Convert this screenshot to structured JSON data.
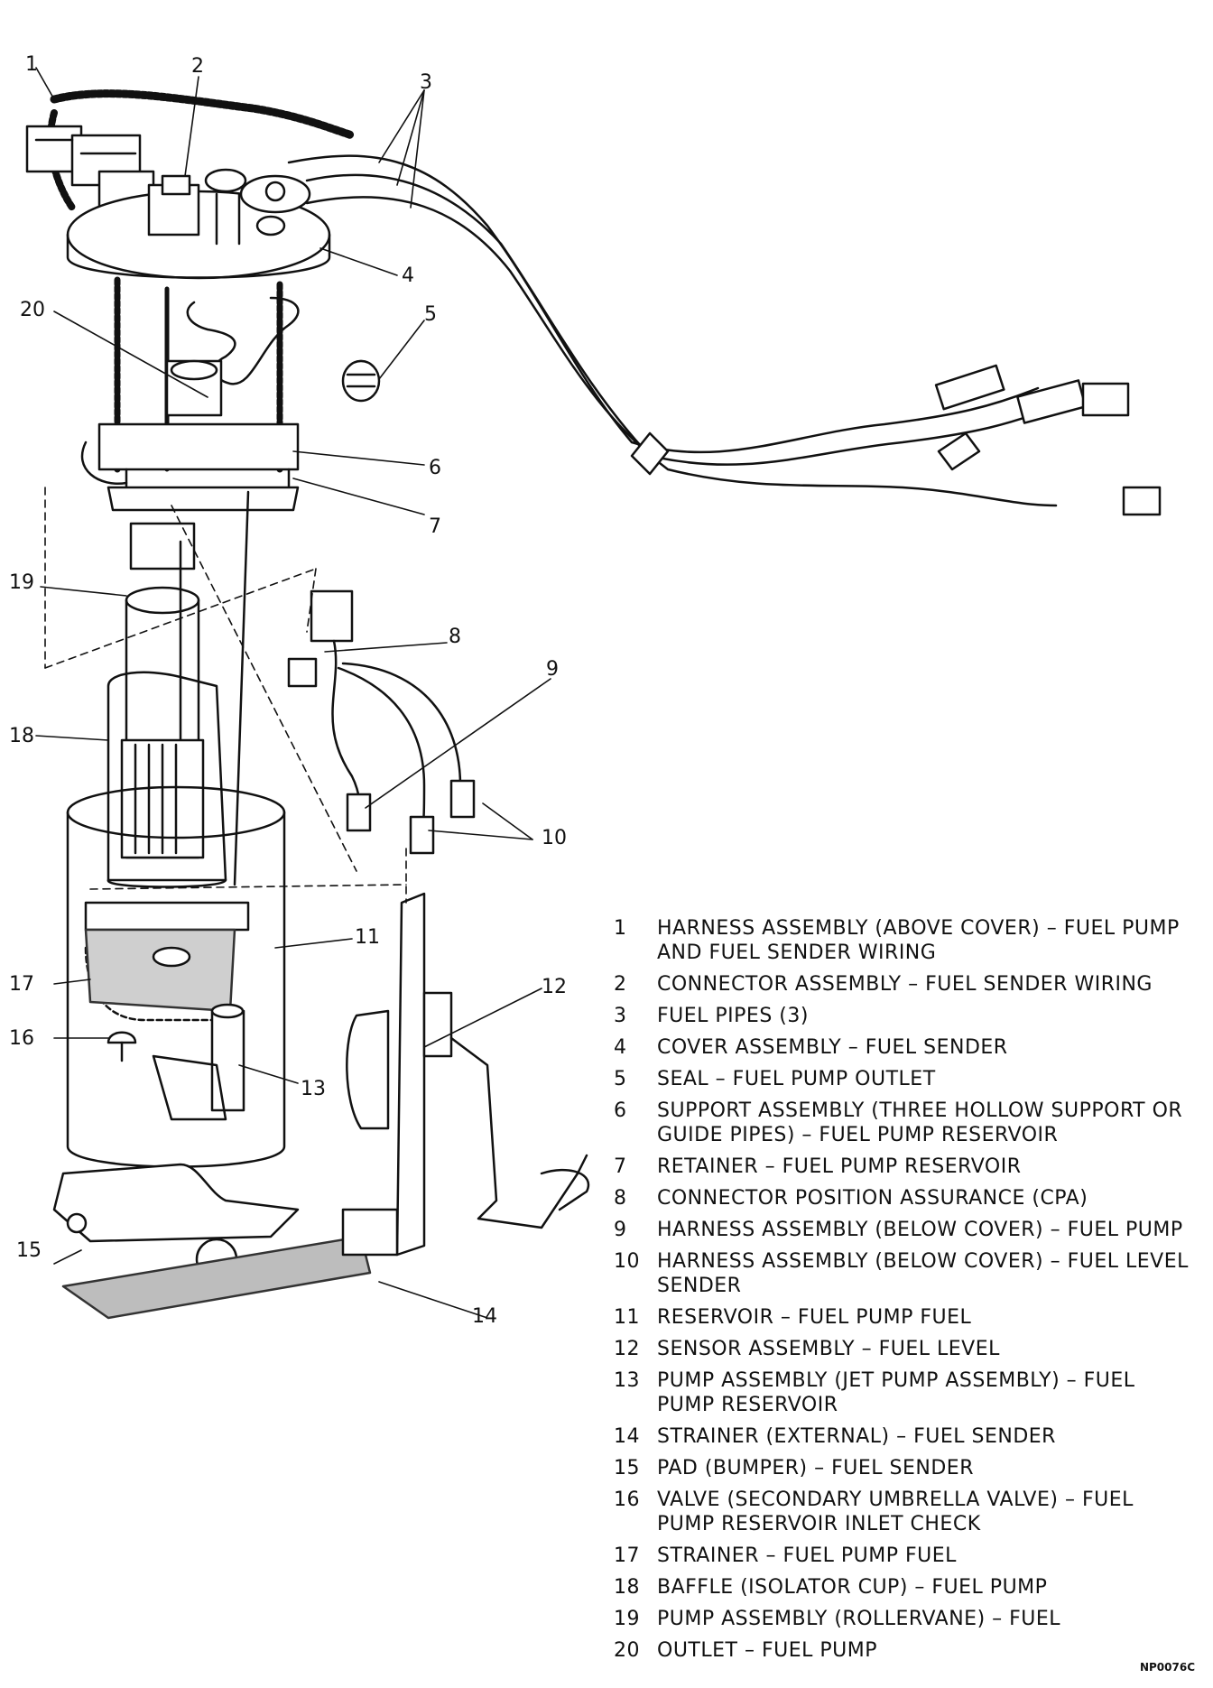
{
  "callouts": [
    "1",
    "2",
    "3",
    "4",
    "5",
    "6",
    "7",
    "8",
    "9",
    "10",
    "11",
    "12",
    "13",
    "14",
    "15",
    "16",
    "17",
    "18",
    "19",
    "20"
  ],
  "legend": [
    {
      "num": "1",
      "text": "HARNESS ASSEMBLY (ABOVE COVER) – FUEL PUMP AND FUEL SENDER WIRING"
    },
    {
      "num": "2",
      "text": "CONNECTOR ASSEMBLY – FUEL SENDER WIRING"
    },
    {
      "num": "3",
      "text": "FUEL PIPES (3)"
    },
    {
      "num": "4",
      "text": "COVER ASSEMBLY – FUEL SENDER"
    },
    {
      "num": "5",
      "text": "SEAL – FUEL PUMP OUTLET"
    },
    {
      "num": "6",
      "text": "SUPPORT ASSEMBLY (THREE HOLLOW SUPPORT OR GUIDE PIPES) – FUEL PUMP RESERVOIR"
    },
    {
      "num": "7",
      "text": "RETAINER – FUEL PUMP RESERVOIR"
    },
    {
      "num": "8",
      "text": "CONNECTOR POSITION ASSURANCE (CPA)"
    },
    {
      "num": "9",
      "text": "HARNESS ASSEMBLY (BELOW COVER) – FUEL PUMP"
    },
    {
      "num": "10",
      "text": "HARNESS ASSEMBLY (BELOW COVER) – FUEL LEVEL SENDER"
    },
    {
      "num": "11",
      "text": "RESERVOIR – FUEL PUMP FUEL"
    },
    {
      "num": "12",
      "text": "SENSOR ASSEMBLY – FUEL LEVEL"
    },
    {
      "num": "13",
      "text": "PUMP ASSEMBLY (JET PUMP ASSEMBLY) – FUEL PUMP RESERVOIR"
    },
    {
      "num": "14",
      "text": "STRAINER (EXTERNAL) – FUEL SENDER"
    },
    {
      "num": "15",
      "text": "PAD (BUMPER) – FUEL SENDER"
    },
    {
      "num": "16",
      "text": "VALVE (SECONDARY UMBRELLA VALVE) – FUEL PUMP RESERVOIR INLET CHECK"
    },
    {
      "num": "17",
      "text": "STRAINER – FUEL PUMP FUEL"
    },
    {
      "num": "18",
      "text": "BAFFLE (ISOLATOR CUP) – FUEL PUMP"
    },
    {
      "num": "19",
      "text": "PUMP ASSEMBLY (ROLLERVANE) – FUEL"
    },
    {
      "num": "20",
      "text": "OUTLET – FUEL PUMP"
    }
  ],
  "doc_code": "NP0076C"
}
